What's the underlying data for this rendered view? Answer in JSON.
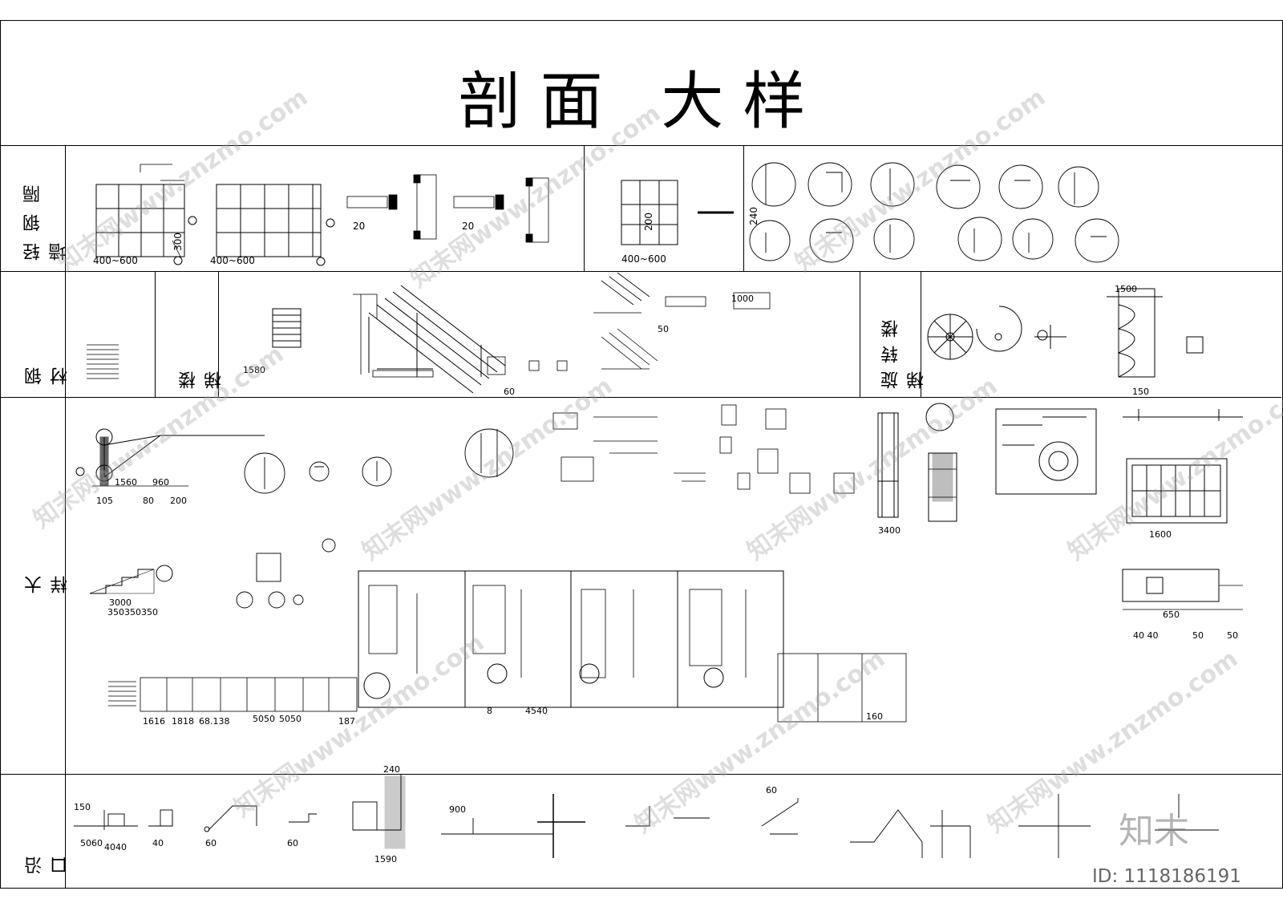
{
  "title": "剖面 大样",
  "rows": {
    "light_steel_partition": "轻钢隔墙",
    "steel": "钢材",
    "stair": "楼梯",
    "spiral_stair": "旋转楼梯",
    "detail": "大样",
    "eave": "沿口"
  },
  "dimensions": {
    "d1": "400~600",
    "d2": "400~600",
    "d3": "400~600",
    "d4": "300",
    "d5": "200",
    "d6": "20",
    "d7": "20",
    "d8": "240",
    "d9": "1560",
    "d10": "960",
    "d11": "105",
    "d12": "80",
    "d13": "200",
    "d14": "3000",
    "d15": "350350350",
    "d16": "1500",
    "d17": "150",
    "d18": "60",
    "d19": "3400",
    "d20": "1600",
    "d21": "187",
    "d22": "1616",
    "d23": "1818",
    "d24": "68.138",
    "d25": "5050",
    "d26": "5050",
    "d27": "4540",
    "d28": "8",
    "d29": "650",
    "d30": "40 40",
    "d31": "50",
    "d32": "50",
    "d33": "1590",
    "d34": "240",
    "d35": "900",
    "d36": "5060",
    "d37": "4040",
    "d38": "40",
    "d39": "60",
    "d40": "60",
    "d41": "60",
    "d42": "1000",
    "d43": "50",
    "d44": "160",
    "d45": "1580",
    "d46": "150"
  },
  "watermark": "知末网www.znzmo.com",
  "brand": "知末",
  "id_label": "ID: 1118186191"
}
